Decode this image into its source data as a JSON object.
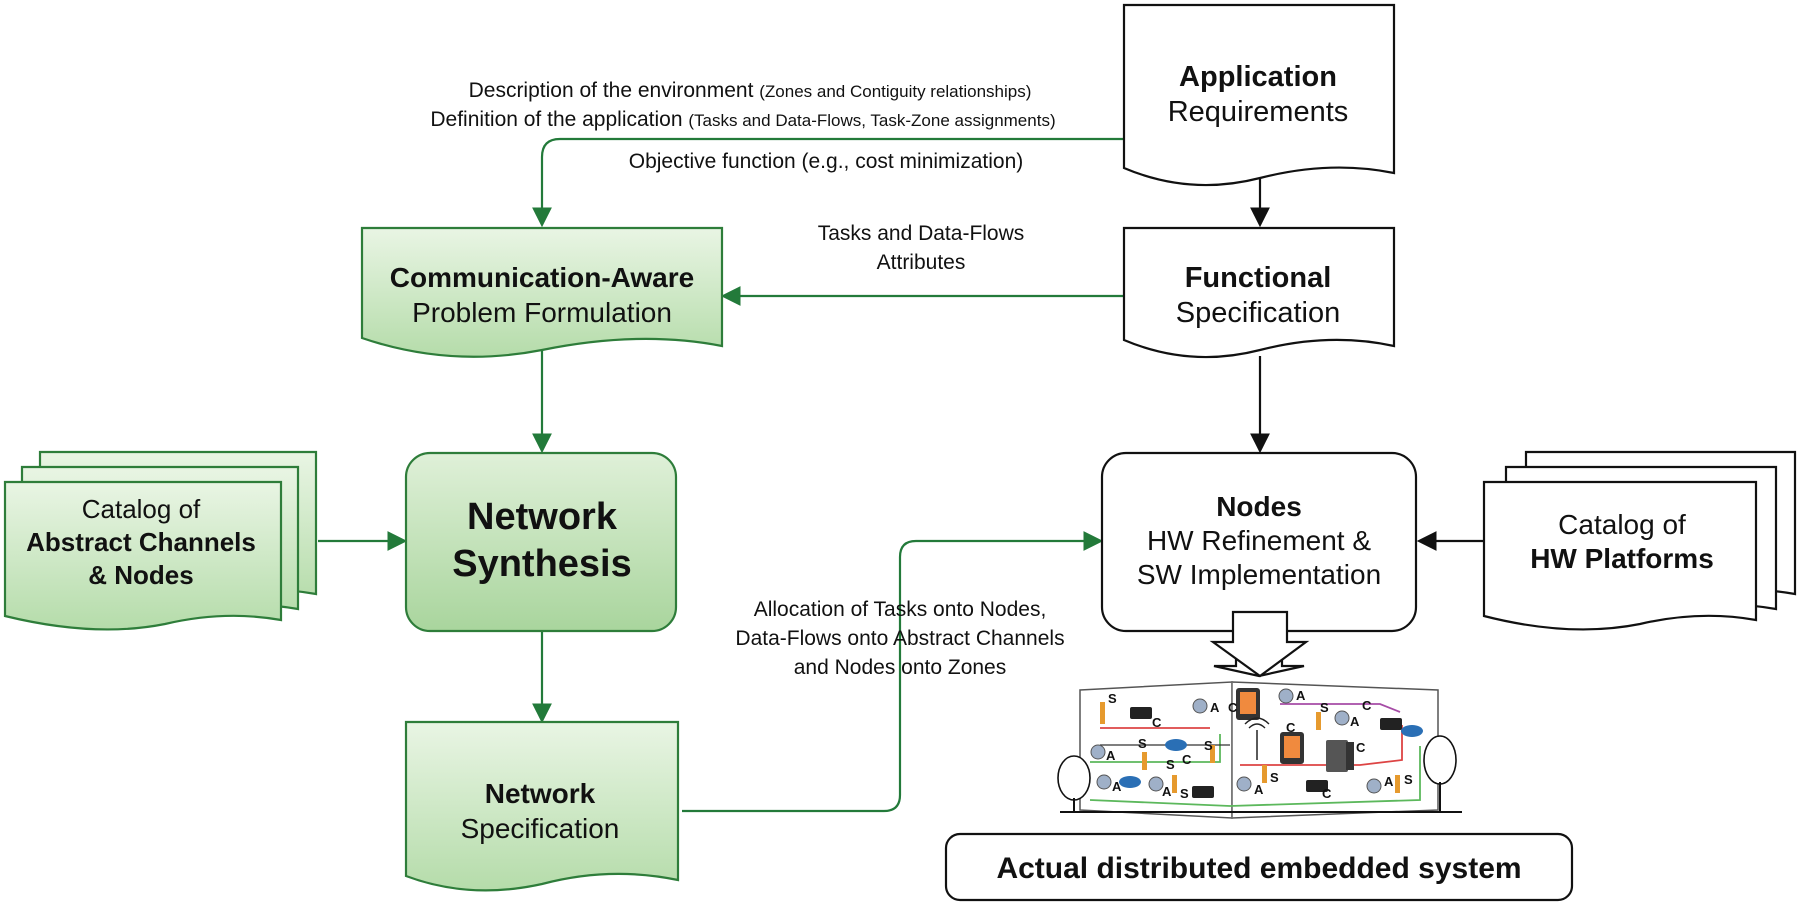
{
  "colors": {
    "green_fill": "#bfe2b7",
    "green_fill_light": "#e9f5e4",
    "green_stroke": "#2e7d3a",
    "green_arrow": "#237a3a",
    "black": "#111111",
    "bus_red": "#d44",
    "bus_green": "#5cb85c",
    "bus_purple": "#a64ca6"
  },
  "nodes": {
    "app_req": {
      "bold": "Application",
      "normal": "Requirements"
    },
    "functional": {
      "bold": "Functional",
      "normal": "Specification"
    },
    "comm_aware": {
      "bold": "Communication-Aware",
      "normal": "Problem Formulation"
    },
    "network_synth": {
      "line1": "Network",
      "line2": "Synthesis"
    },
    "network_spec": {
      "bold": "Network",
      "normal": "Specification"
    },
    "catalog_channels": {
      "line1": "Catalog of",
      "line2": "Abstract Channels",
      "line3": "& Nodes"
    },
    "nodes_refine": {
      "bold": "Nodes",
      "line2": "HW Refinement &",
      "line3": "SW Implementation"
    },
    "catalog_hw": {
      "line1": "Catalog of",
      "line2": "HW Platforms"
    },
    "actual_system": {
      "label": "Actual distributed embedded system"
    }
  },
  "edge_labels": {
    "env_main": "Description of the environment",
    "env_small": "(Zones and Contiguity relationships)",
    "app_main": "Definition of the application",
    "app_small": "(Tasks and Data-Flows, Task-Zone assignments)",
    "objective": "Objective function (e.g., cost minimization)",
    "attributes_1": "Tasks and Data-Flows",
    "attributes_2": "Attributes",
    "alloc_1": "Allocation of Tasks onto Nodes,",
    "alloc_2": "Data-Flows onto Abstract Channels",
    "alloc_3": "and Nodes onto Zones"
  },
  "building_labels": [
    "S",
    "A",
    "C",
    "S",
    "A",
    "A",
    "C",
    "S",
    "A",
    "S",
    "S",
    "A",
    "C",
    "S",
    "A",
    "C",
    "S",
    "A",
    "C",
    "A",
    "S",
    "C",
    "C"
  ]
}
